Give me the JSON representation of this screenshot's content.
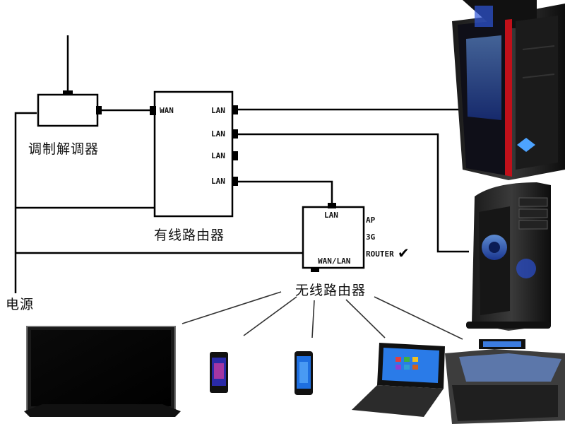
{
  "modem": {
    "label": "调制解调器"
  },
  "power": {
    "label": "电源"
  },
  "wired_router": {
    "label": "有线路由器",
    "wan_label": "WAN",
    "lan_labels": [
      "LAN",
      "LAN",
      "LAN",
      "LAN"
    ]
  },
  "wireless_router": {
    "label": "无线路由器",
    "lan_label": "LAN",
    "wan_lan_label": "WAN/LAN",
    "modes": [
      "AP",
      "3G",
      "ROUTER"
    ],
    "selected_mode": "ROUTER",
    "check_symbol": "✔"
  },
  "devices": {
    "desktop_pc_1": "desktop-tower-icon",
    "desktop_pc_2": "desktop-tower-icon",
    "tv": "tv-icon",
    "phone_1": "smartphone-icon",
    "phone_2": "smartphone-icon",
    "tablet": "tablet-icon",
    "laptop": "laptop-icon"
  }
}
